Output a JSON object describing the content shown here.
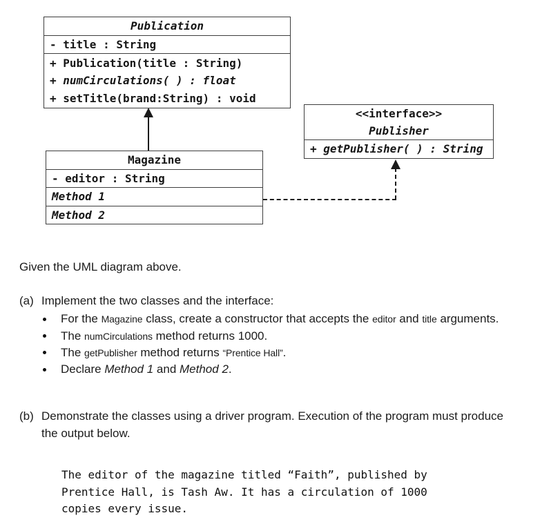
{
  "diagram": {
    "publication": {
      "title": "Publication",
      "attribute": "- title : String",
      "methods": {
        "m0": "+ Publication(title : String)",
        "m1": "+ numCirculations( ) : float",
        "m2": "+ setTitle(brand:String) : void"
      }
    },
    "magazine": {
      "title": "Magazine",
      "attribute": "- editor : String",
      "compartment1": "Method 1",
      "compartment2": "Method 2"
    },
    "publisher": {
      "stereotype": "<<interface>>",
      "title": "Publisher",
      "method": "+ getPublisher( ) : String"
    }
  },
  "body": {
    "intro": "Given the UML diagram above.",
    "part_a": {
      "label": "(a)",
      "heading": "Implement the two classes and the interface:",
      "bullets": {
        "b0": [
          {
            "t": "For the "
          },
          {
            "t": "Magazine",
            "s": "code"
          },
          {
            "t": " class, create a constructor that accepts the "
          },
          {
            "t": "editor",
            "s": "code"
          },
          {
            "t": " and "
          },
          {
            "t": "title",
            "s": "code"
          },
          {
            "t": " arguments."
          }
        ],
        "b1": [
          {
            "t": "The "
          },
          {
            "t": "numCirculations",
            "s": "code"
          },
          {
            "t": " method returns 1000."
          }
        ],
        "b2": [
          {
            "t": "The "
          },
          {
            "t": "getPublisher",
            "s": "code"
          },
          {
            "t": " method returns "
          },
          {
            "t": "“Prentice Hall”",
            "s": "code"
          },
          {
            "t": "."
          }
        ],
        "b3": [
          {
            "t": "Declare "
          },
          {
            "t": "Method 1",
            "s": "italic"
          },
          {
            "t": " and "
          },
          {
            "t": "Method 2",
            "s": "italic"
          },
          {
            "t": "."
          }
        ]
      }
    },
    "part_b": {
      "label": "(b)",
      "line1": "Demonstrate the classes using a driver program. Execution of the program must produce",
      "line2": "the output below."
    },
    "output": {
      "line1": "The editor of the magazine titled “Faith”, published by",
      "line2": "Prentice Hall, is Tash Aw. It has a circulation of 1000",
      "line3": "copies every issue."
    }
  }
}
